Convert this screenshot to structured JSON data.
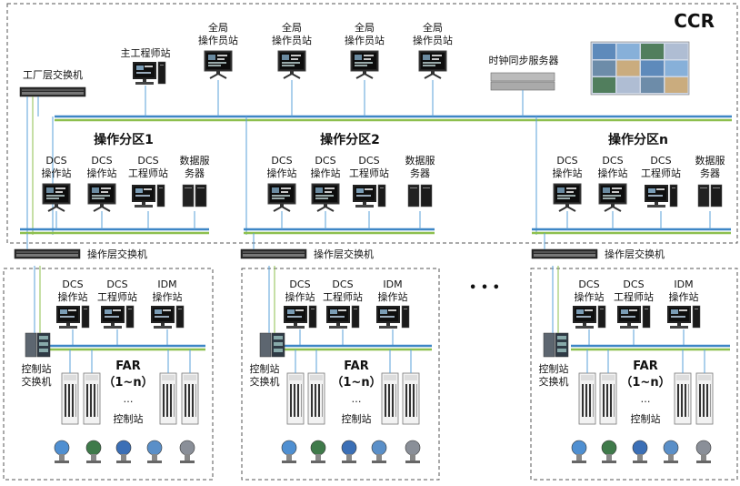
{
  "colors": {
    "bus_blue": "#3d86c6",
    "bus_green": "#8dbf4e",
    "frame": "#555555",
    "cable": "#5aa0d8"
  },
  "ccr": {
    "title": "CCR",
    "factory_switch": "工厂层交换机",
    "chief_engineer": "主工程师站",
    "global_op_line1": "全局",
    "global_op_line2": "操作员站",
    "time_sync": "时钟同步服务器"
  },
  "partitions": [
    {
      "title": "操作分区1",
      "dcs_op": [
        "DCS",
        "操作站"
      ],
      "dcs_eng": [
        "DCS",
        "工程师站"
      ],
      "data_server": [
        "数据服",
        "务器"
      ],
      "switch_label": "操作层交换机"
    },
    {
      "title": "操作分区2",
      "dcs_op": [
        "DCS",
        "操作站"
      ],
      "dcs_eng": [
        "DCS",
        "工程师站"
      ],
      "data_server": [
        "数据服",
        "务器"
      ],
      "switch_label": "操作层交换机"
    },
    {
      "title": "操作分区n",
      "dcs_op": [
        "DCS",
        "操作站"
      ],
      "dcs_eng": [
        "DCS",
        "工程师站"
      ],
      "data_server": [
        "数据服",
        "务器"
      ],
      "switch_label": "操作层交换机"
    }
  ],
  "far_blocks": [
    {
      "dcs_op": [
        "DCS",
        "操作站"
      ],
      "dcs_eng": [
        "DCS",
        "工程师站"
      ],
      "idm_op": [
        "IDM",
        "操作站"
      ],
      "ctrl_switch": [
        "控制站",
        "交换机"
      ],
      "far_title": "FAR",
      "far_range": "（1~n）",
      "ellipsis": "…",
      "ctrl_station": "控制站"
    },
    {
      "dcs_op": [
        "DCS",
        "操作站"
      ],
      "dcs_eng": [
        "DCS",
        "工程师站"
      ],
      "idm_op": [
        "IDM",
        "操作站"
      ],
      "ctrl_switch": [
        "控制站",
        "交换机"
      ],
      "far_title": "FAR",
      "far_range": "（1~n）",
      "ellipsis": "…",
      "ctrl_station": "控制站"
    },
    {
      "dcs_op": [
        "DCS",
        "操作站"
      ],
      "dcs_eng": [
        "DCS",
        "工程师站"
      ],
      "idm_op": [
        "IDM",
        "操作站"
      ],
      "ctrl_switch": [
        "控制站",
        "交换机"
      ],
      "far_title": "FAR",
      "far_range": "（1~n）",
      "ellipsis": "…",
      "ctrl_station": "控制站"
    }
  ],
  "between_dots": "• • •"
}
